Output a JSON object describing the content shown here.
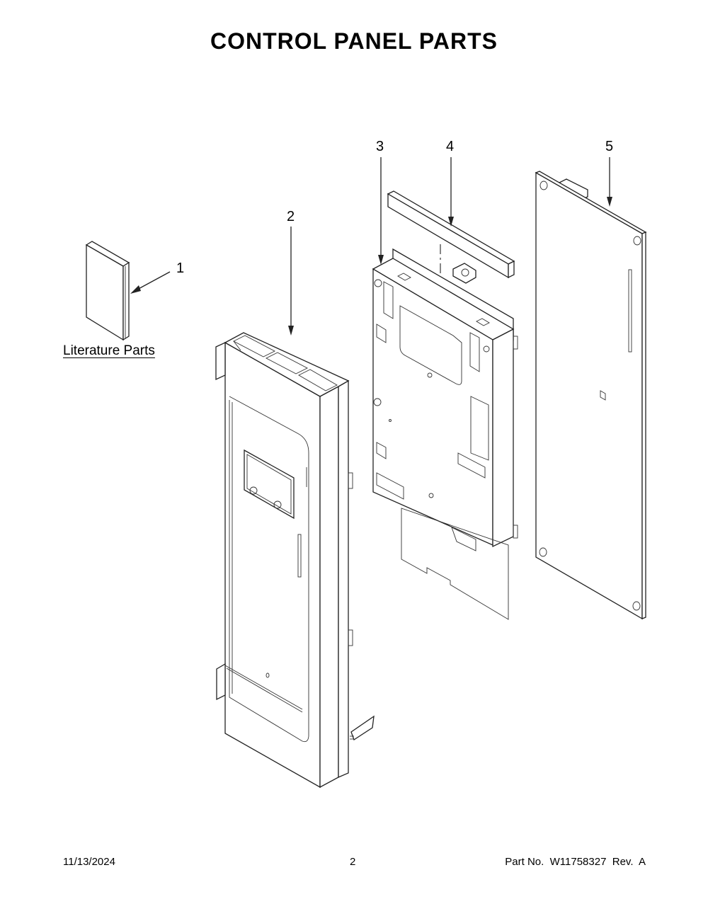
{
  "page": {
    "title": "CONTROL PANEL PARTS"
  },
  "callouts": [
    {
      "id": "1",
      "label": "1"
    },
    {
      "id": "2",
      "label": "2"
    },
    {
      "id": "3",
      "label": "3"
    },
    {
      "id": "4",
      "label": "4"
    },
    {
      "id": "5",
      "label": "5"
    }
  ],
  "literature": {
    "label": "Literature Parts"
  },
  "parts": [
    {
      "callout": "1",
      "name": "literature-booklet"
    },
    {
      "callout": "2",
      "name": "control-panel-frame"
    },
    {
      "callout": "3",
      "name": "control-bracket-housing"
    },
    {
      "callout": "4",
      "name": "foam-strip"
    },
    {
      "callout": "5",
      "name": "electronic-control-board"
    }
  ],
  "footer": {
    "date": "11/13/2024",
    "page_number": "2",
    "part_number": "Part No.  W11758327  Rev.  A"
  }
}
